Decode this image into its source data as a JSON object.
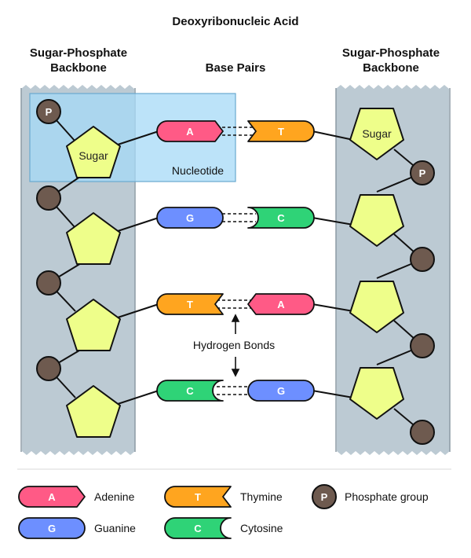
{
  "title": "Deoxyribonucleic Acid",
  "headings": {
    "left_backbone": [
      "Sugar-Phosphate",
      "Backbone"
    ],
    "base_pairs": "Base Pairs",
    "right_backbone": [
      "Sugar-Phosphate",
      "Backbone"
    ]
  },
  "labels": {
    "sugar": "Sugar",
    "nucleotide": "Nucleotide",
    "hydrogen_bonds": "Hydrogen Bonds",
    "phosphate_letter": "P"
  },
  "base_pairs": [
    {
      "left": "A",
      "right": "T"
    },
    {
      "left": "G",
      "right": "C"
    },
    {
      "left": "T",
      "right": "A"
    },
    {
      "left": "C",
      "right": "G"
    }
  ],
  "legend": [
    {
      "letter": "A",
      "name": "Adenine"
    },
    {
      "letter": "T",
      "name": "Thymine"
    },
    {
      "letter": "P",
      "name": "Phosphate group"
    },
    {
      "letter": "G",
      "name": "Guanine"
    },
    {
      "letter": "C",
      "name": "Cytosine"
    }
  ],
  "colors": {
    "adenine": "#ff5a86",
    "thymine": "#ffa51f",
    "guanine": "#6d8fff",
    "cytosine": "#2fd377",
    "sugar": "#eefe8a",
    "phosphate": "#6e5a4f",
    "backbone": "#bccad3",
    "nucleotide_box": "#a6d9f7"
  }
}
